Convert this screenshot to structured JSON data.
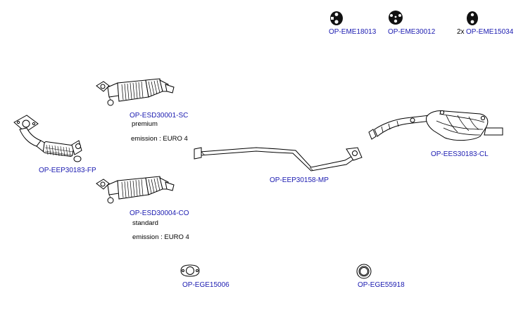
{
  "hangers": [
    {
      "code": "OP-EME18013",
      "qty": ""
    },
    {
      "code": "OP-EME30012",
      "qty": ""
    },
    {
      "code": "OP-EME15034",
      "qty": "2x"
    }
  ],
  "front_pipe": {
    "code": "OP-EEP30183-FP"
  },
  "catalyst_premium": {
    "code": "OP-ESD30001-SC",
    "grade": "premium",
    "emission": "emission : EURO 4"
  },
  "catalyst_standard": {
    "code": "OP-ESD30004-CO",
    "grade": "standard",
    "emission": "emission : EURO 4"
  },
  "middle_pipe": {
    "code": "OP-EEP30158-MP"
  },
  "rear_silencer": {
    "code": "OP-EES30183-CL"
  },
  "gaskets": [
    {
      "code": "OP-EGE15006"
    },
    {
      "code": "OP-EGE55918"
    }
  ],
  "colors": {
    "link": "#1a1ab0",
    "line": "#000000",
    "fill": "#ffffff"
  }
}
